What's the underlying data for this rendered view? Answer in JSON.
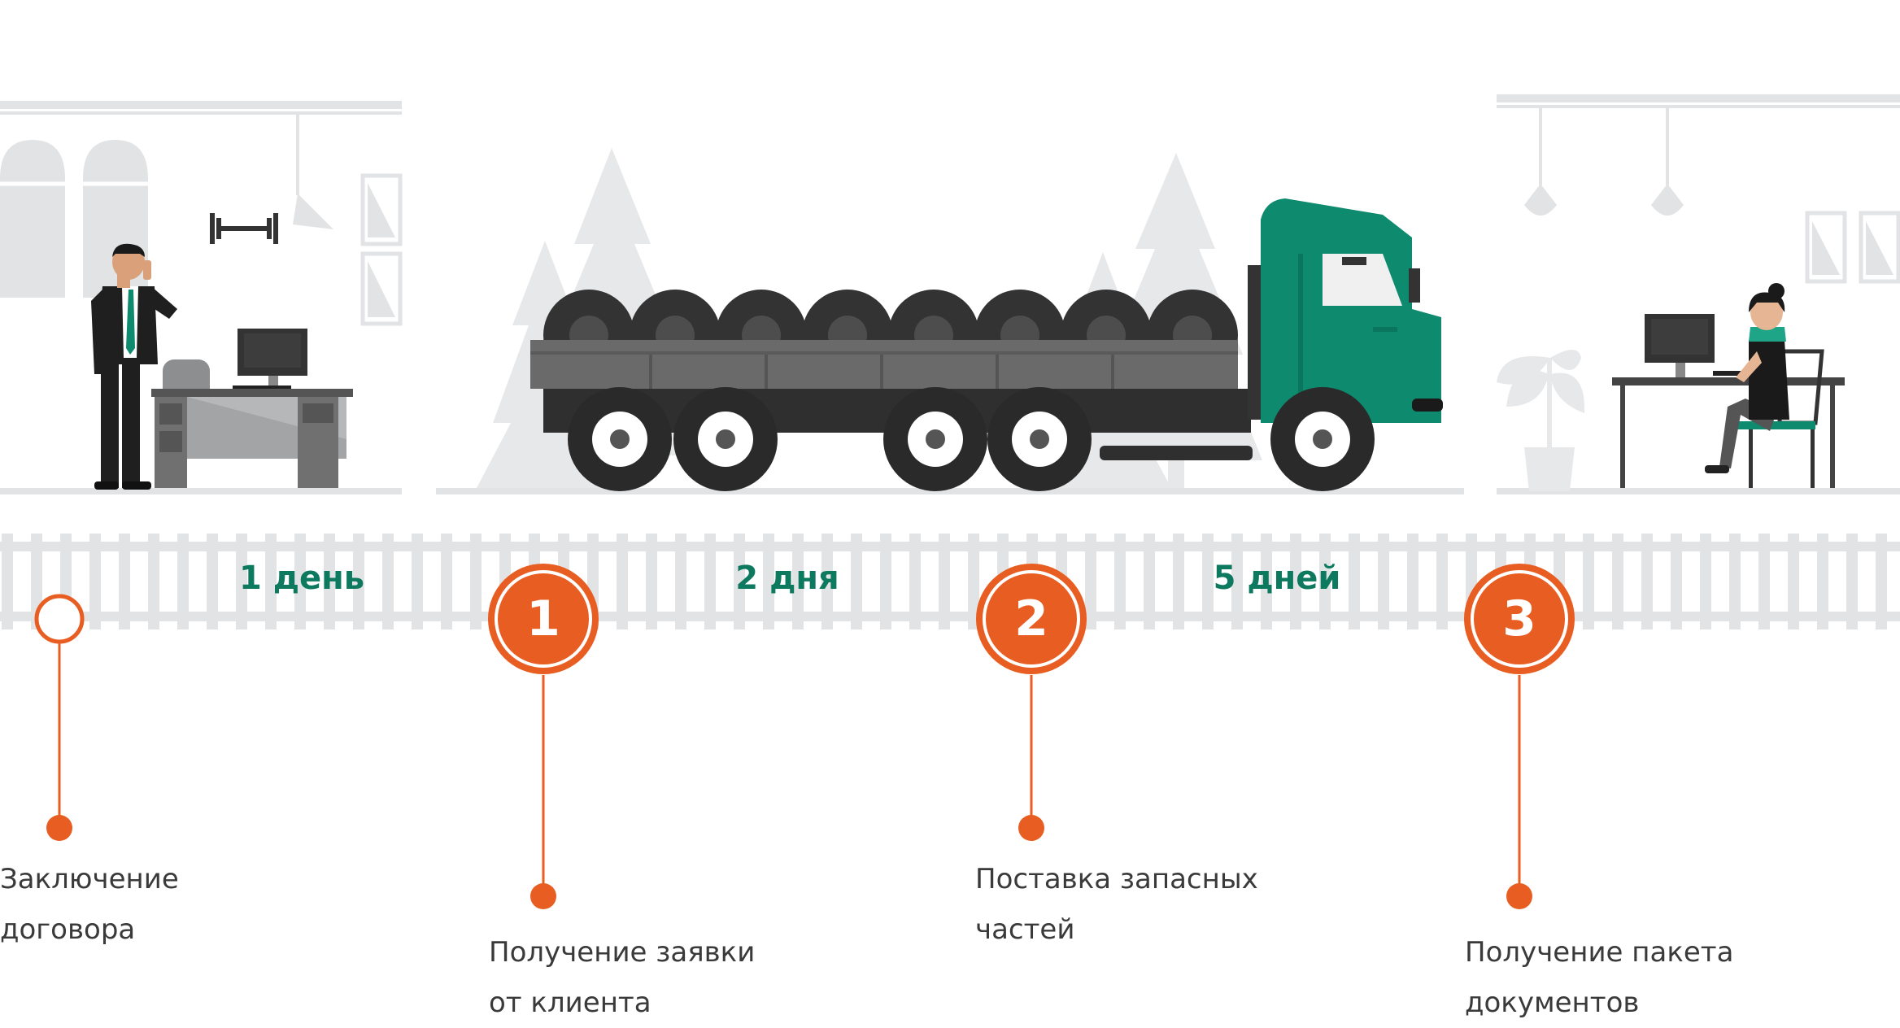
{
  "colors": {
    "accent": "#e85d22",
    "duration_text": "#0d7a60",
    "truck_cab": "#0e8a6e",
    "truck_body": "#5f5f5f",
    "scenery": "#d9dadb",
    "text": "#3a3a3a"
  },
  "durations": [
    "1 день",
    "2 дня",
    "5 дней"
  ],
  "steps": [
    {
      "number": "",
      "caption": [
        "Заключение",
        "договора"
      ]
    },
    {
      "number": "1",
      "caption": [
        "Получение заявки",
        "от клиента"
      ]
    },
    {
      "number": "2",
      "caption": [
        "Поставка запасных",
        "частей"
      ]
    },
    {
      "number": "3",
      "caption": [
        "Получение пакета",
        "документов"
      ]
    }
  ],
  "icons": [
    "businessman-on-phone",
    "office-desk",
    "computer-monitor",
    "tire-loaded-truck",
    "fir-tree",
    "seated-woman-at-computer",
    "potted-plant",
    "pendant-lamp"
  ]
}
